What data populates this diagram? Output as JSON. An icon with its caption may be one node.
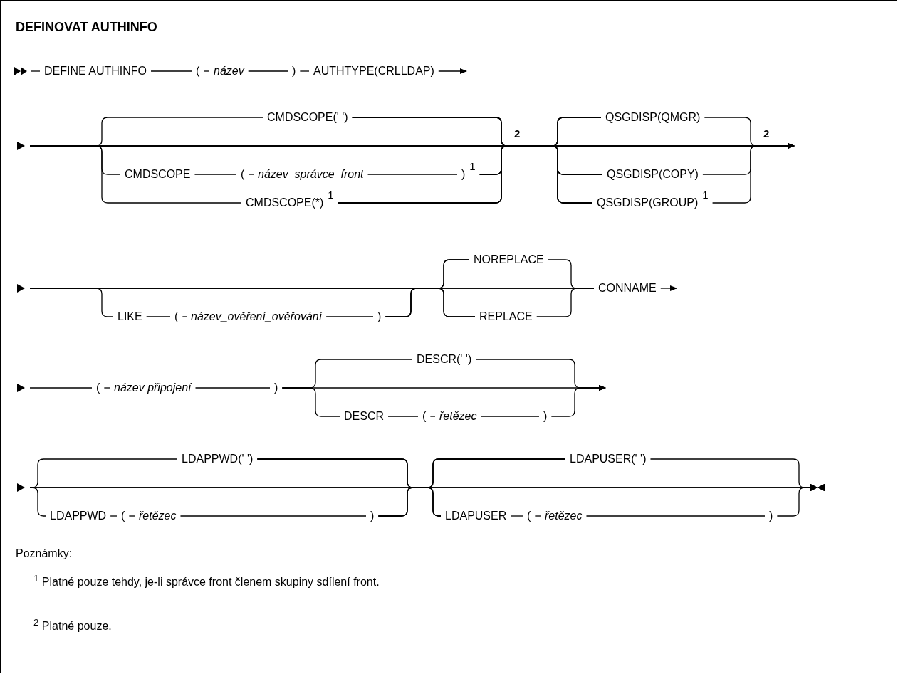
{
  "diagram": {
    "title": "DEFINOVAT AUTHINFO",
    "nodes": [
      {
        "text": [
          "DEFINE AUTHINFO"
        ]
      },
      {
        "text": [
          "("
        ]
      },
      {
        "text": [
          "název"
        ]
      },
      {
        "text": [
          ")"
        ]
      },
      {
        "text": [
          "AUTHTYPE(CRLLDAP)"
        ]
      },
      {
        "text": [
          "CMDSCOPE(' ')"
        ]
      },
      {
        "text": [
          "CMDSCOPE"
        ]
      },
      {
        "text": [
          "("
        ]
      },
      {
        "text": [
          "název_správce_front"
        ]
      },
      {
        "text": [
          ")"
        ],
        "beside": [
          "1"
        ]
      },
      {
        "text": [
          "CMDSCOPE(*)"
        ],
        "beside": [
          "1"
        ]
      },
      {
        "text": [
          "QSGDISP(QMGR)"
        ]
      },
      {
        "text": [
          "QSGDISP(COPY)"
        ]
      },
      {
        "text": [
          "QSGDISP(GROUP)"
        ],
        "beside": [
          "1"
        ]
      },
      {
        "text": [
          "LIKE"
        ]
      },
      {
        "text": [
          "("
        ]
      },
      {
        "text": [
          "název_ověření_ověřování"
        ]
      },
      {
        "text": [
          ")"
        ]
      },
      {
        "text": [
          "NOREPLACE"
        ]
      },
      {
        "text": [
          "REPLACE"
        ]
      },
      {
        "text": [
          "CONNAME"
        ]
      },
      {
        "text": [
          "("
        ]
      },
      {
        "text": [
          "název připojení"
        ]
      },
      {
        "text": [
          ")"
        ]
      },
      {
        "text": [
          "DESCR(' ')"
        ]
      },
      {
        "text": [
          "DESCR"
        ]
      },
      {
        "text": [
          "("
        ]
      },
      {
        "text": [
          "řetězec"
        ]
      },
      {
        "text": [
          ")"
        ]
      },
      {
        "text": [
          "LDAPPWD(' ')"
        ]
      },
      {
        "text": [
          "LDAPPWD"
        ]
      },
      {
        "text": [
          "("
        ]
      },
      {
        "text": [
          "řetězec"
        ]
      },
      {
        "text": [
          ")"
        ]
      },
      {
        "text": [
          "LDAPUSER(' ')"
        ]
      },
      {
        "text": [
          "LDAPUSER"
        ]
      },
      {
        "text": [
          "("
        ]
      },
      {
        "text": [
          "řetězec"
        ]
      },
      {
        "text": [
          ")"
        ]
      }
    ],
    "edges": [
      {
        "from": null,
        "to": 0,
        "arrow": "none"
      },
      {
        "from": 0,
        "to": 1,
        "arrow": "none"
      },
      {
        "from": 1,
        "to": 2,
        "arrow": "none"
      },
      {
        "from": 2,
        "to": 3,
        "arrow": "none"
      },
      {
        "from": 3,
        "to": 4,
        "arrow": "none"
      },
      {
        "from": 4,
        "to": null,
        "arrow": "to"
      },
      {
        "from": 6,
        "to": 7,
        "arrow": "none"
      },
      {
        "from": 7,
        "to": 8,
        "arrow": "none"
      },
      {
        "from": 8,
        "to": 9,
        "arrow": "none"
      },
      {
        "from": null,
        "to": 5,
        "arrow": "none"
      },
      {
        "from": null,
        "to": 6,
        "arrow": "none"
      },
      {
        "from": null,
        "to": 10,
        "arrow": "none"
      },
      {
        "from": null,
        "to": 11,
        "arrow": "none"
      },
      {
        "from": null,
        "to": 12,
        "arrow": "none"
      },
      {
        "from": null,
        "to": 13,
        "arrow": "none"
      },
      {
        "from": 5,
        "to": 11,
        "arrow": "none"
      },
      {
        "from": 5,
        "to": 12,
        "arrow": "none"
      },
      {
        "from": 5,
        "to": 13,
        "arrow": "none"
      },
      {
        "from": 9,
        "to": 11,
        "arrow": "none"
      },
      {
        "from": 9,
        "to": 12,
        "arrow": "none"
      },
      {
        "from": 9,
        "to": 13,
        "arrow": "none"
      },
      {
        "from": 10,
        "to": 11,
        "arrow": "none"
      },
      {
        "from": 10,
        "to": 12,
        "arrow": "none"
      },
      {
        "from": 10,
        "to": 13,
        "arrow": "none"
      },
      {
        "from": 5,
        "to": null,
        "arrow": "to"
      },
      {
        "from": 9,
        "to": null,
        "arrow": "to"
      },
      {
        "from": 10,
        "to": null,
        "arrow": "to"
      },
      {
        "from": 11,
        "to": null,
        "arrow": "to"
      },
      {
        "from": 12,
        "to": null,
        "arrow": "to"
      },
      {
        "from": 13,
        "to": null,
        "arrow": "to"
      },
      {
        "from": 14,
        "to": 15,
        "arrow": "none"
      },
      {
        "from": 15,
        "to": 16,
        "arrow": "none"
      },
      {
        "from": 16,
        "to": 17,
        "arrow": "none"
      },
      {
        "from": null,
        "to": 14,
        "arrow": "none"
      },
      {
        "from": null,
        "to": 18,
        "arrow": "none"
      },
      {
        "from": null,
        "to": 19,
        "arrow": "none"
      },
      {
        "from": null,
        "to": 20,
        "arrow": "none"
      },
      {
        "from": 17,
        "to": 18,
        "arrow": "none"
      },
      {
        "from": 17,
        "to": 19,
        "arrow": "none"
      },
      {
        "from": 17,
        "to": 20,
        "arrow": "none"
      },
      {
        "from": 18,
        "to": 20,
        "arrow": "none"
      },
      {
        "from": 19,
        "to": 20,
        "arrow": "none"
      },
      {
        "from": 20,
        "to": null,
        "arrow": "to"
      },
      {
        "from": null,
        "to": 21,
        "arrow": "none"
      },
      {
        "from": 21,
        "to": 22,
        "arrow": "none"
      },
      {
        "from": 22,
        "to": 23,
        "arrow": "none"
      },
      {
        "from": 25,
        "to": 26,
        "arrow": "none"
      },
      {
        "from": 26,
        "to": 27,
        "arrow": "none"
      },
      {
        "from": 27,
        "to": 28,
        "arrow": "none"
      },
      {
        "from": 23,
        "to": 24,
        "arrow": "none"
      },
      {
        "from": 23,
        "to": 25,
        "arrow": "none"
      },
      {
        "from": 23,
        "to": null,
        "arrow": "to"
      },
      {
        "from": 24,
        "to": null,
        "arrow": "to"
      },
      {
        "from": 28,
        "to": null,
        "arrow": "to"
      },
      {
        "from": 30,
        "to": 31,
        "arrow": "none"
      },
      {
        "from": 31,
        "to": 32,
        "arrow": "none"
      },
      {
        "from": 32,
        "to": 33,
        "arrow": "none"
      },
      {
        "from": 35,
        "to": 36,
        "arrow": "none"
      },
      {
        "from": 36,
        "to": 37,
        "arrow": "none"
      },
      {
        "from": 37,
        "to": 38,
        "arrow": "none"
      },
      {
        "from": null,
        "to": 29,
        "arrow": "none"
      },
      {
        "from": null,
        "to": 30,
        "arrow": "none"
      },
      {
        "from": null,
        "to": 34,
        "arrow": "none"
      },
      {
        "from": null,
        "to": 35,
        "arrow": "none"
      },
      {
        "from": 29,
        "to": 34,
        "arrow": "none"
      },
      {
        "from": 29,
        "to": 35,
        "arrow": "none"
      },
      {
        "from": 33,
        "to": 34,
        "arrow": "none"
      },
      {
        "from": 33,
        "to": 35,
        "arrow": "none"
      },
      {
        "from": 29,
        "to": null,
        "arrow": "other"
      },
      {
        "from": 33,
        "to": null,
        "arrow": "other"
      },
      {
        "from": 34,
        "to": null,
        "arrow": "other"
      },
      {
        "from": 38,
        "to": null,
        "arrow": "other"
      }
    ],
    "labels": [
      "2",
      "2",
      "Poznámky:",
      "$^{1}$ Platné pouze tehdy, je-li správce front členem skupiny sdílení front.",
      "$^{2}$ Platné pouze."
    ]
  }
}
